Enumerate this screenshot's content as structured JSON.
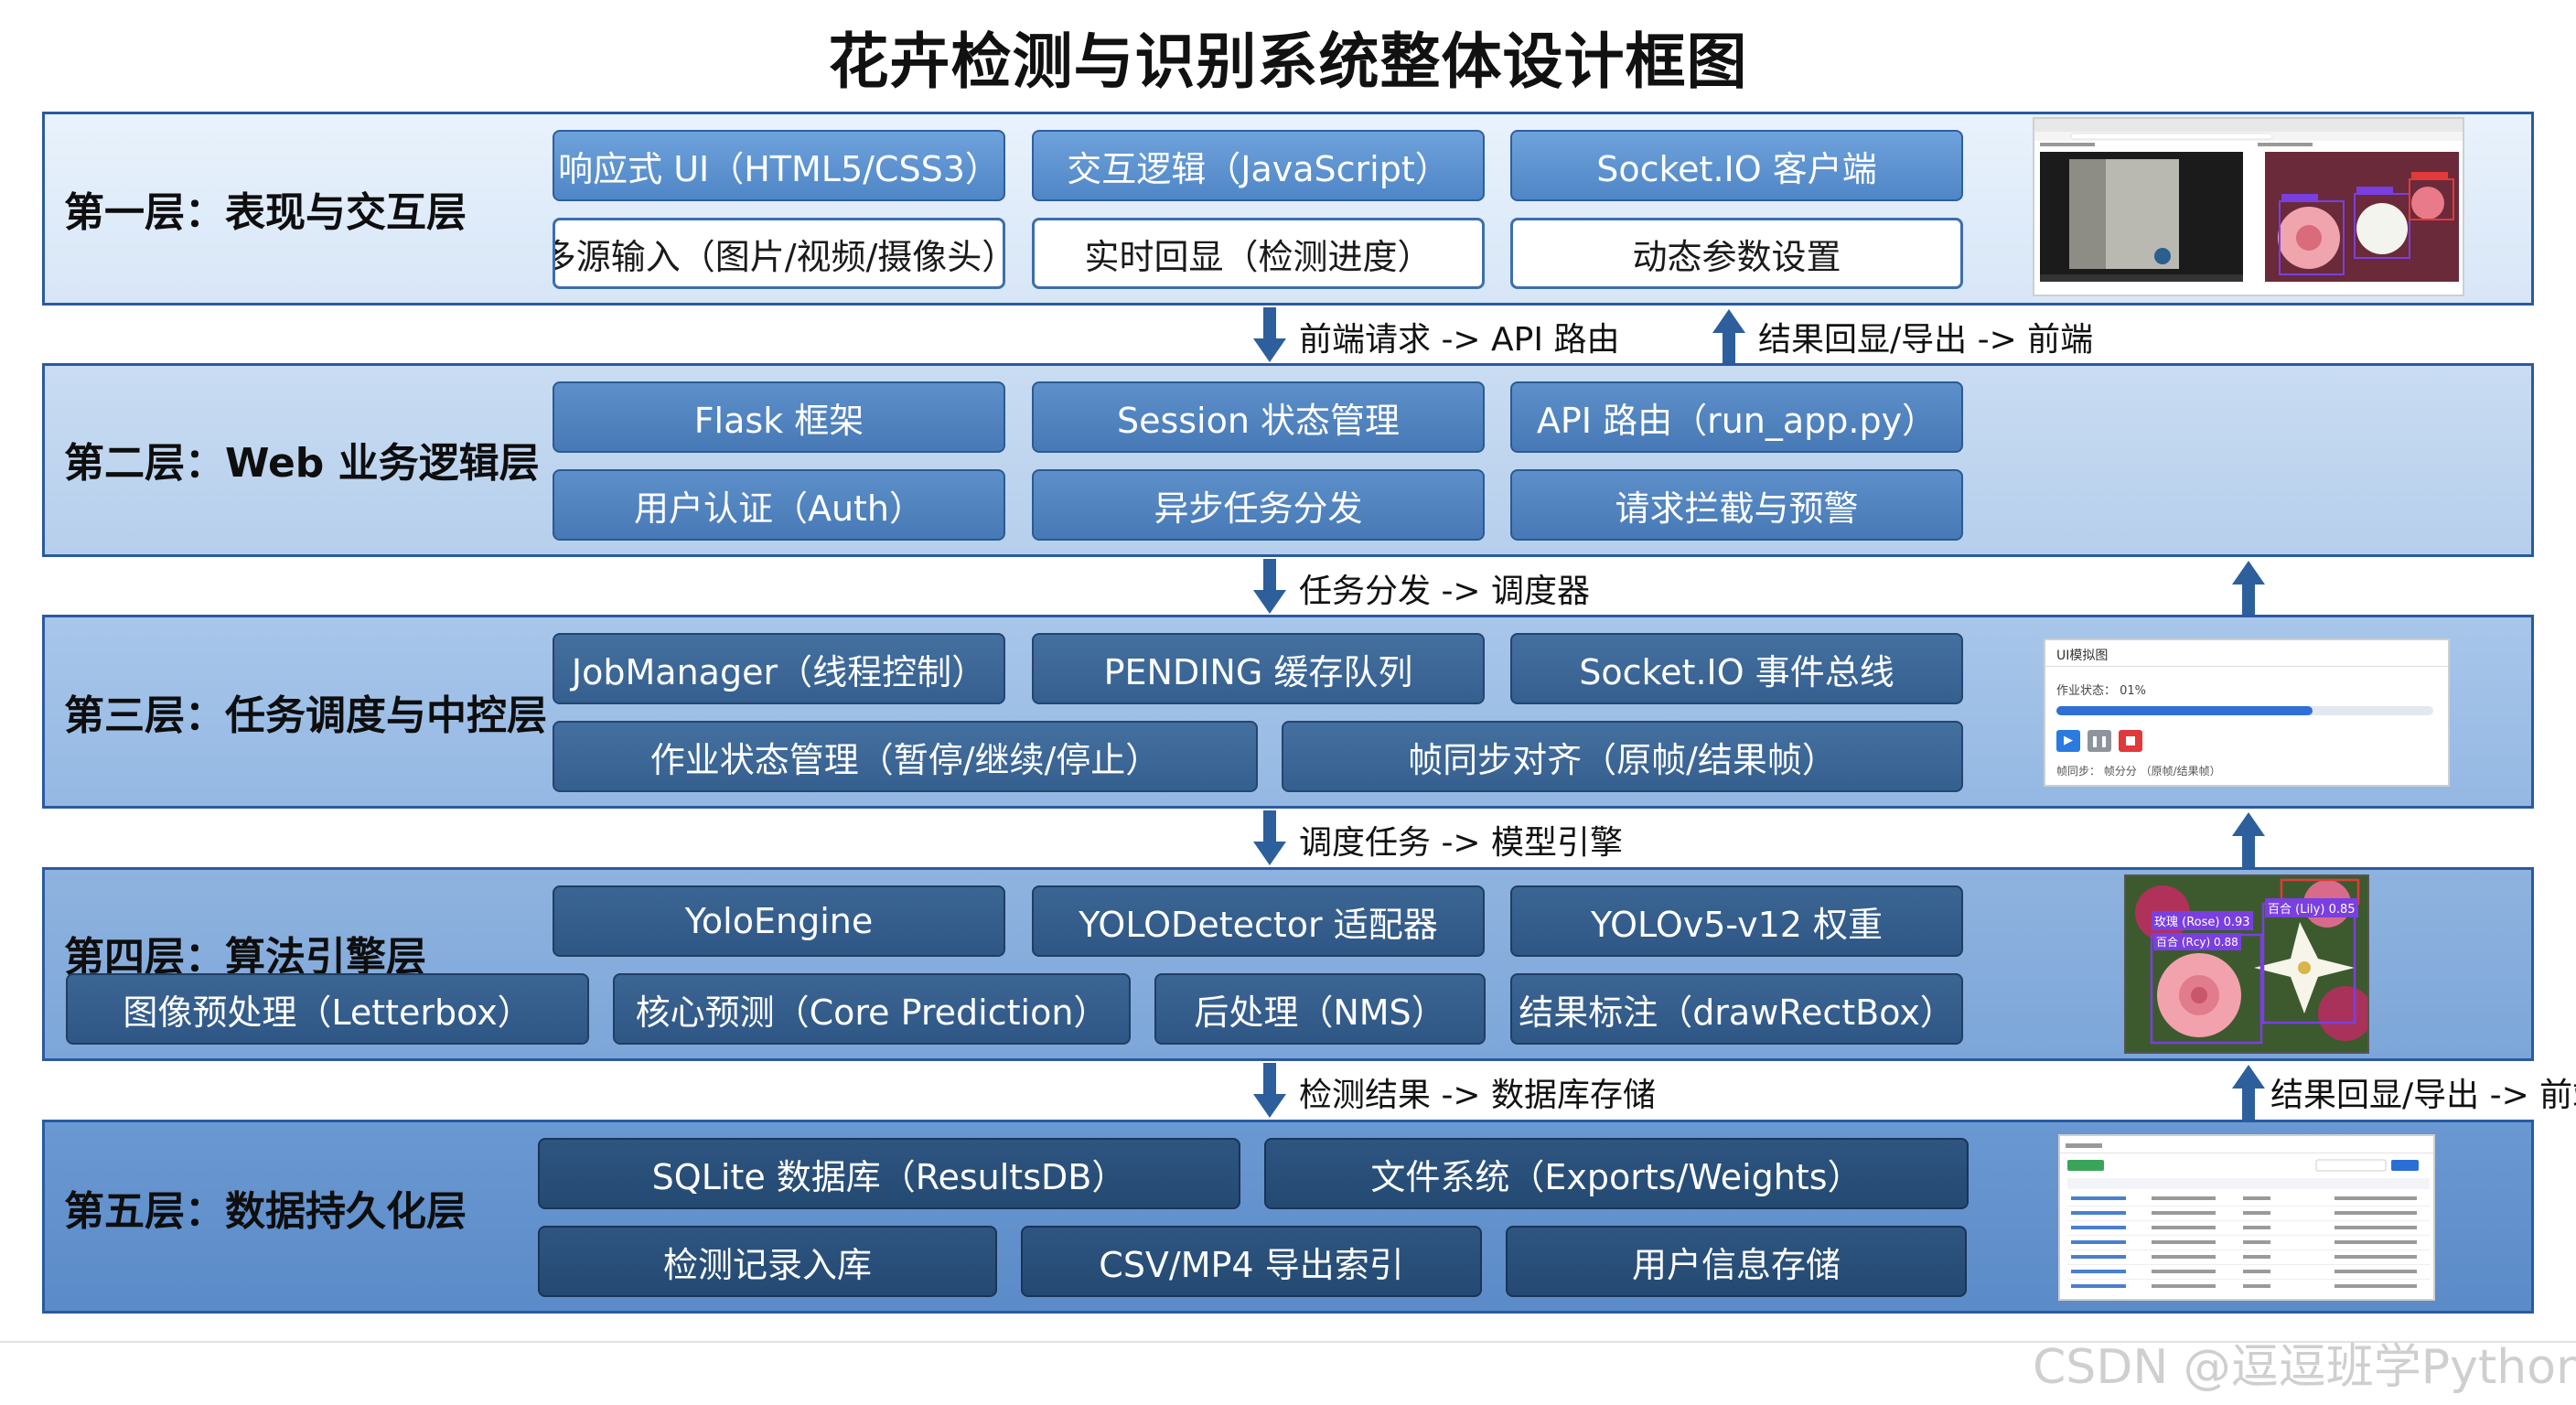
{
  "title": "花卉检测与识别系统整体设计框图",
  "layers": [
    {
      "title": "第一层：表现与交互层",
      "boxes": [
        "响应式 UI（HTML5/CSS3）",
        "交互逻辑（JavaScript）",
        "Socket.IO 客户端",
        "多源输入（图片/视频/摄像头）",
        "实时回显（检测进度）",
        "动态参数设置"
      ]
    },
    {
      "title": "第二层：Web 业务逻辑层",
      "boxes": [
        "Flask 框架",
        "Session 状态管理",
        "API 路由（run_app.py）",
        "用户认证（Auth）",
        "异步任务分发",
        "请求拦截与预警"
      ]
    },
    {
      "title": "第三层：任务调度与中控层",
      "boxes": [
        "JobManager（线程控制）",
        "PENDING 缓存队列",
        "Socket.IO 事件总线",
        "作业状态管理（暂停/继续/停止）",
        "帧同步对齐（原帧/结果帧）"
      ]
    },
    {
      "title": "第四层：算法引擎层",
      "boxes": [
        "YoloEngine",
        "YOLODetector 适配器",
        "YOLOv5-v12 权重",
        "图像预处理（Letterbox）",
        "核心预测（Core Prediction）",
        "后处理（NMS）",
        "结果标注（drawRectBox）"
      ]
    },
    {
      "title": "第五层：数据持久化层",
      "boxes": [
        "SQLite 数据库（ResultsDB）",
        "文件系统（Exports/Weights）",
        "检测记录入库",
        "CSV/MP4 导出索引",
        "用户信息存储"
      ]
    }
  ],
  "arrows": {
    "down_1": "前端请求 -> API 路由",
    "up_1": "结果回显/导出 -> 前端",
    "down_2": "任务分发 -> 调度器",
    "down_3": "调度任务 -> 模型引擎",
    "down_4": "检测结果 -> 数据库存储",
    "up_4": "结果回显/导出 -> 前端"
  },
  "thumbnails": {
    "ui_panel": {
      "title": "UI模拟图",
      "status": "作业状态：  01%",
      "note": "帧同步：  帧分分  （原帧/结果帧）",
      "progress": 0.68
    },
    "detection_labels": [
      "玫瑰 (Rose) 0.93",
      "百合 (Lily) 0.85",
      "百合 (Rcy) 0.88"
    ]
  },
  "watermark": "CSDN @逗逗班学Python",
  "colors": {
    "frame_border": "#2a5aa0",
    "arrow": "#2d5f9c",
    "bbox_red": "#e23a3a",
    "bbox_purple": "#7a3fe0"
  }
}
